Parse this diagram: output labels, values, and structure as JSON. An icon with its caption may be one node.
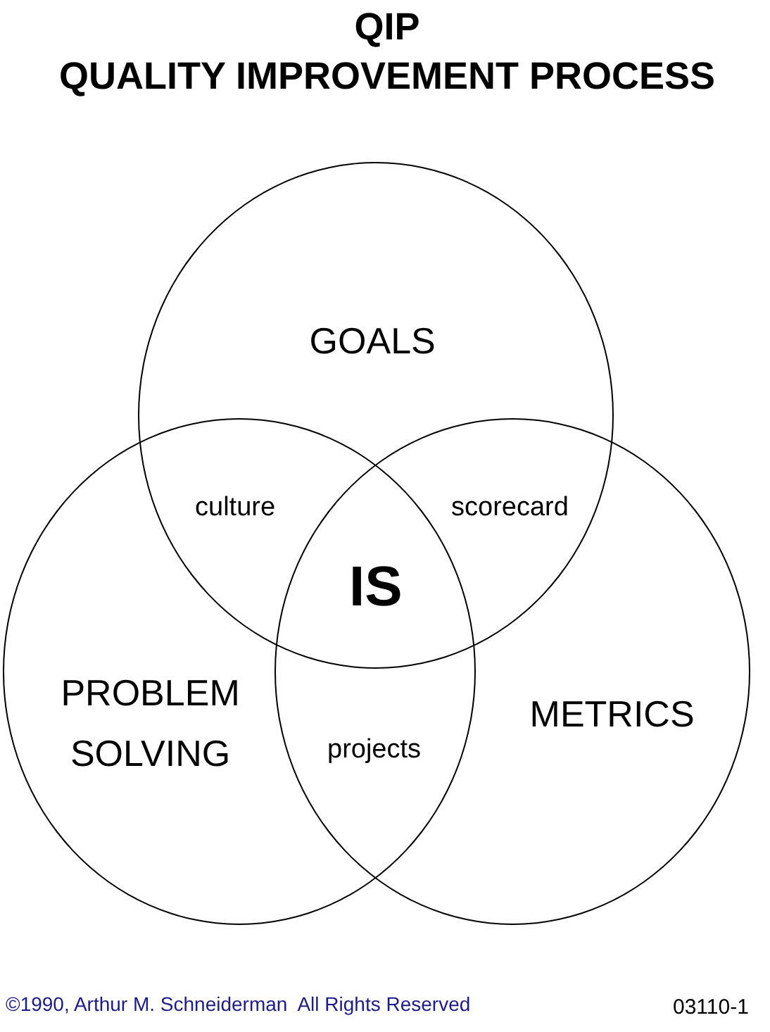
{
  "diagram": {
    "title": "QIP QUALITY IMPROVEMENT PROCESS",
    "nodes": [
      {
        "text": [
          "GOALS"
        ]
      },
      {
        "text": [
          "PROBLEM SOLVING"
        ]
      },
      {
        "text": [
          "METRICS"
        ]
      }
    ],
    "labels": [
      "culture",
      "scorecard",
      "IS",
      "projects",
      "©1990, Arthur M. Schneiderman  All Rights Reserved",
      "03110-1"
    ]
  }
}
